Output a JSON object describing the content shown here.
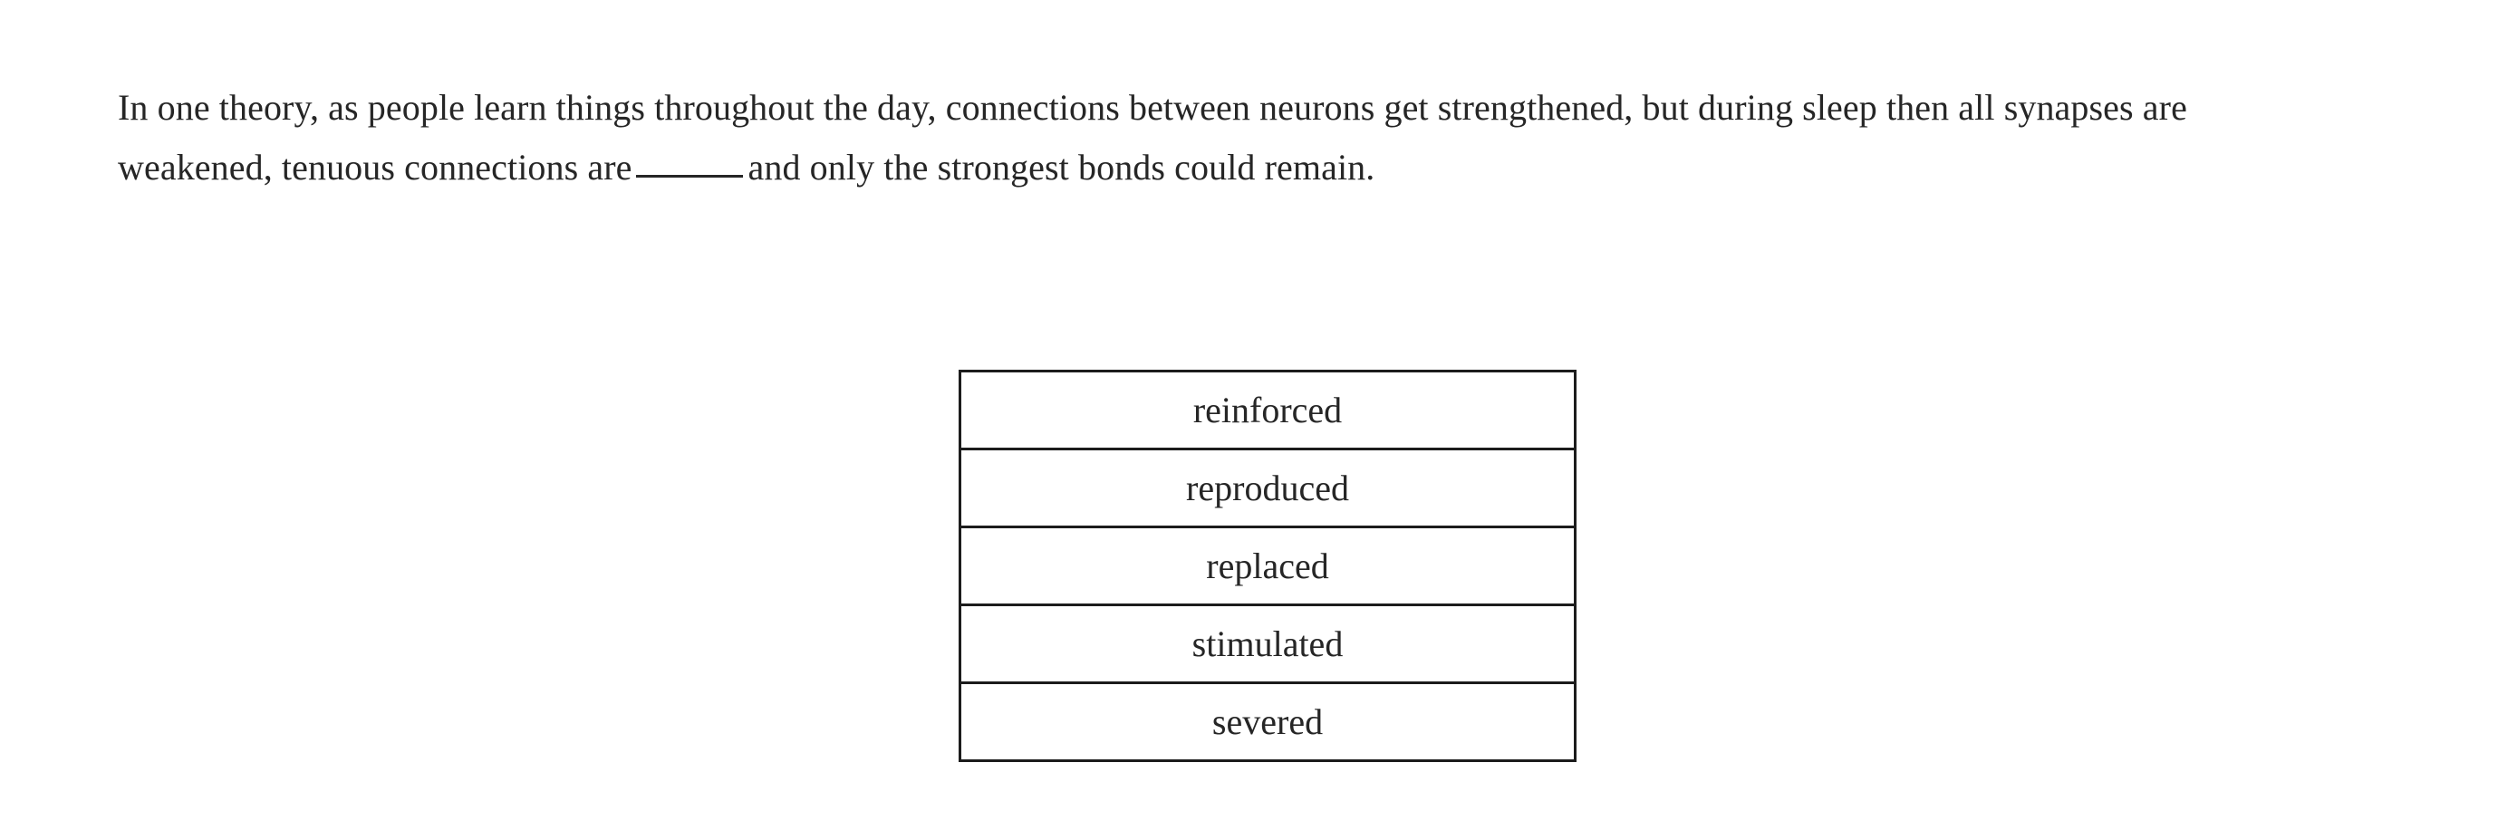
{
  "question": {
    "text_before_blank": "In one theory, as people learn things throughout the day, connections between neurons get strengthened, but during sleep then all synapses are weakened, tenuous connections are",
    "blank_marker": "______",
    "text_after_blank": "and only the strongest bonds could remain."
  },
  "options": [
    {
      "label": "reinforced"
    },
    {
      "label": "reproduced"
    },
    {
      "label": "replaced"
    },
    {
      "label": "stimulated"
    },
    {
      "label": "severed"
    }
  ],
  "colors": {
    "page_background": "#ffffff",
    "text": "#262626",
    "border": "#1c1c1c"
  }
}
